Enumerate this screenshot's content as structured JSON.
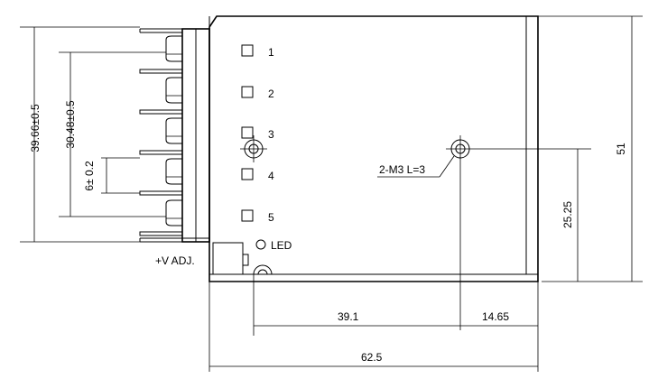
{
  "dimensions": {
    "overall_height": "39.66±0.5",
    "terminal_span": "30.48±0.5",
    "terminal_pitch": "6± 0.2",
    "case_height": "51",
    "hole_height": "25.25",
    "hole_from_left": "39.1",
    "hole_from_right": "14.65",
    "case_length": "62.5"
  },
  "labels": {
    "mounting_hole": "2-M3 L=3",
    "led": "LED",
    "v_adj": "+V ADJ."
  },
  "terminals": [
    "1",
    "2",
    "3",
    "4",
    "5"
  ]
}
